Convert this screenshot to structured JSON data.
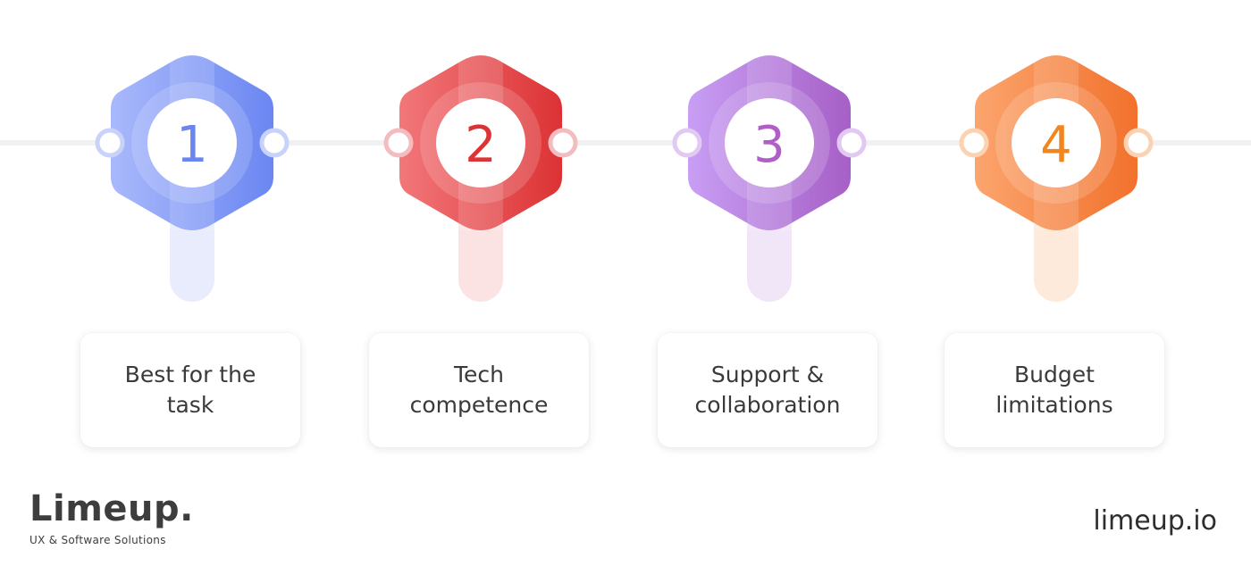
{
  "steps": [
    {
      "number": "1",
      "label": "Best for the task",
      "colors": {
        "light": "#a9b9fb",
        "dark": "#6a86f2",
        "ring": "#c9d2f8",
        "text": "#6b86ee",
        "stem": "#e8ecfc"
      }
    },
    {
      "number": "2",
      "label": "Tech competence",
      "colors": {
        "light": "#f2777a",
        "dark": "#dc3234",
        "ring": "#f3bcbe",
        "text": "#dc3335",
        "stem": "#fbe3e3"
      }
    },
    {
      "number": "3",
      "label": "Support & collaboration",
      "colors": {
        "light": "#c89ef4",
        "dark": "#a65fc6",
        "ring": "#e1c9f1",
        "text": "#b05fc8",
        "stem": "#f1e6f8"
      }
    },
    {
      "number": "4",
      "label": "Budget limitations",
      "colors": {
        "light": "#fba56e",
        "dark": "#f2712c",
        "ring": "#fbd3b2",
        "text": "#f0861d",
        "stem": "#fdeadb"
      }
    }
  ],
  "brand": {
    "logo_text": "Limeup.",
    "tagline": "UX & Software Solutions",
    "url": "limeup.io"
  }
}
